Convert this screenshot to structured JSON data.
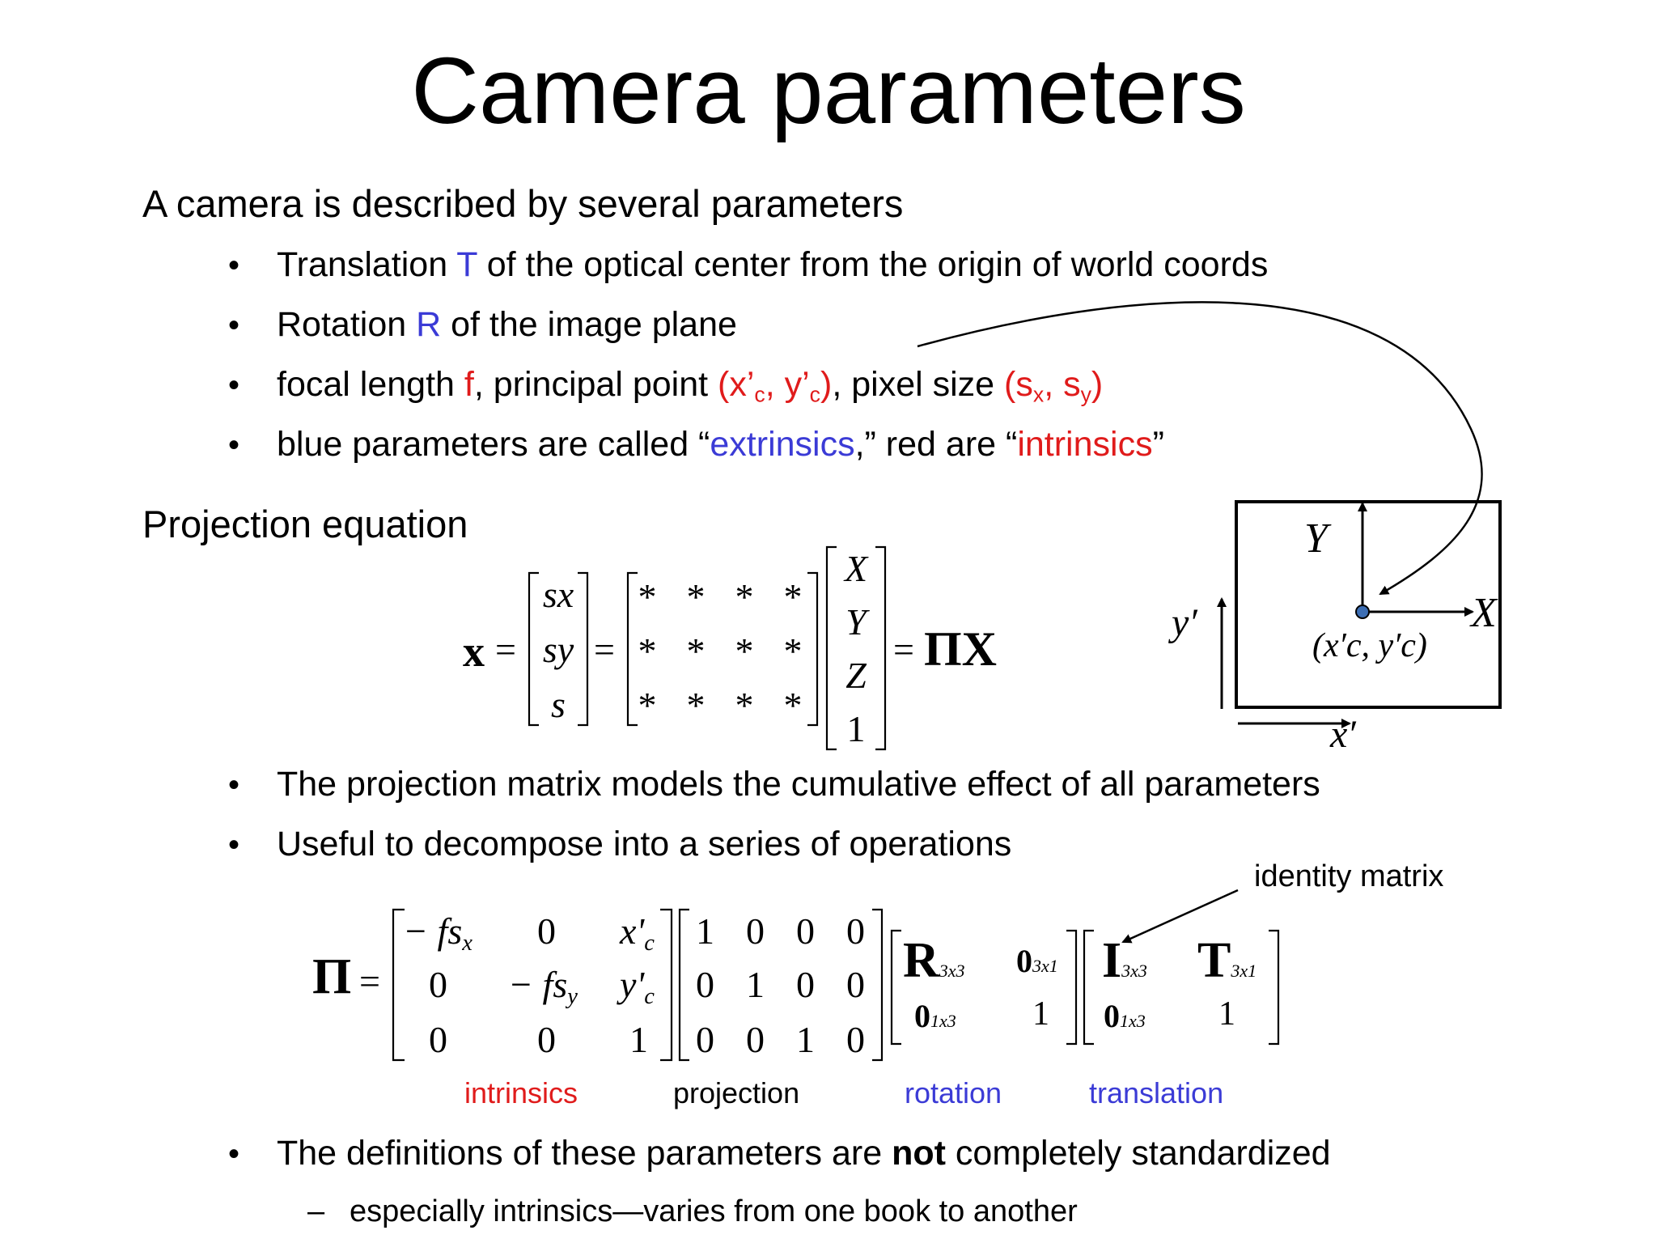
{
  "slide": {
    "title": "Camera parameters",
    "intro": "A camera is described by several parameters",
    "bullets": [
      {
        "pre": "Translation ",
        "sym": "T",
        "post": " of the optical center from the origin of world coords"
      },
      {
        "pre": "Rotation ",
        "sym": "R",
        "post": " of the image plane"
      },
      {
        "pre": "focal length ",
        "f": "f",
        "mid": ", principal point ",
        "pp_open": "(x’",
        "pp_c1": "c",
        "pp_sep": ", y’",
        "pp_c2": "c",
        "pp_close": ")",
        "mid2": ", pixel size ",
        "ps_open": "(s",
        "ps_x": "x",
        "ps_sep": ", s",
        "ps_y": "y",
        "ps_close": ")"
      },
      {
        "pre": "blue parameters are called “",
        "ext": "extrinsics",
        "mid": ",”  red are “",
        "int": "intrinsics",
        "post": "”"
      }
    ],
    "projection_heading": "Projection equation",
    "bullets2": [
      "The projection matrix models the cumulative effect of all parameters",
      "Useful to decompose into a series of operations"
    ],
    "identity_note": "identity matrix",
    "labels": {
      "intrinsics": "intrinsics",
      "projection": "projection",
      "rotation": "rotation",
      "translation": "translation"
    },
    "bullet3": {
      "pre": "The definitions of these parameters are ",
      "bold": "not",
      "post": " completely standardized"
    },
    "subbullet": "especially intrinsics—varies from one book to another"
  },
  "equation1": {
    "lhs": "x",
    "vec": [
      "sx",
      "sy",
      "s"
    ],
    "star": "*",
    "world": [
      "X",
      "Y",
      "Z",
      "1"
    ],
    "rhs": "ΠX"
  },
  "diagram": {
    "Y": "Y",
    "X": "X",
    "y_prime": "y′",
    "x_prime": "x′",
    "point_label": "(x′c, y′c)"
  },
  "equation2": {
    "lhs": "Π",
    "intr": [
      [
        "− fs",
        "x",
        "0",
        "x'",
        "c"
      ],
      [
        "0",
        "− fs",
        "y",
        "y'",
        "c"
      ],
      [
        "0",
        "0",
        "1"
      ]
    ],
    "proj": [
      [
        "1",
        "0",
        "0",
        "0"
      ],
      [
        "0",
        "1",
        "0",
        "0"
      ],
      [
        "0",
        "0",
        "1",
        "0"
      ]
    ],
    "rot": {
      "R": "R",
      "R_sub": "3x3",
      "z1": "0",
      "z1_sub": "3x1",
      "z2": "0",
      "z2_sub": "1x3",
      "one": "1"
    },
    "trans": {
      "I": "I",
      "I_sub": "3x3",
      "T": "T",
      "T_sub": "3x1",
      "z": "0",
      "z_sub": "1x3",
      "one": "1"
    }
  },
  "colors": {
    "blue": "#3b3bd6",
    "red": "#e01b1b",
    "point": "#3c6eb4"
  }
}
